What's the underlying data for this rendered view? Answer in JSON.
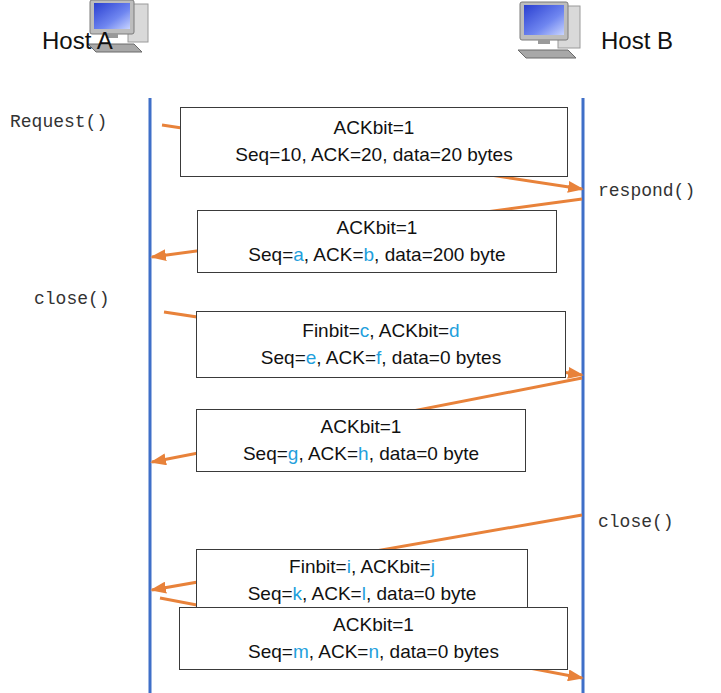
{
  "diagram": {
    "nodes": [
      {
        "text": [
          "ACKbit=1",
          "Seq=10, ACK=20, data=20 bytes"
        ]
      },
      {
        "text": [
          "ACKbit=1",
          "Seq=a, ACK=b, data=200 byte"
        ]
      },
      {
        "text": [
          "Finbit=c, ACKbit=d",
          "Seq=e, ACK=f, data=0 bytes"
        ]
      },
      {
        "text": [
          "ACKbit=1",
          "Seq=g, ACK=h, data=0 byte"
        ]
      },
      {
        "text": [
          "Finbit=i, ACKbit=j",
          "Seq=k, ACK=l, data=0 byte"
        ]
      },
      {
        "text": [
          "ACKbit=1",
          "Seq=m, ACK=n, data=0 bytes"
        ]
      }
    ],
    "labels": [
      "Host A",
      "Host B",
      "Request()",
      "respond()",
      "close()",
      "close()"
    ]
  }
}
